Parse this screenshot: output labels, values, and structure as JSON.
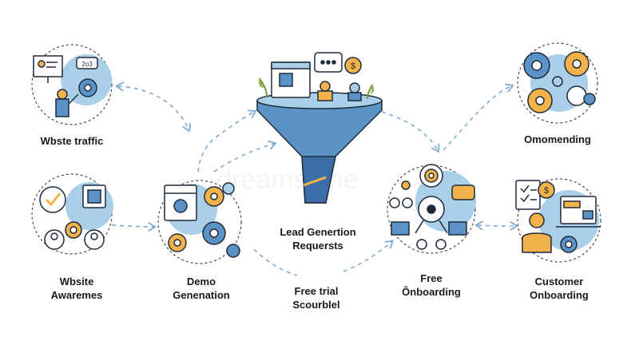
{
  "colors": {
    "accent_blue": "#a9cfe9",
    "mid_blue": "#5b93c7",
    "dark_blue": "#3b6ea6",
    "orange": "#f3b24a",
    "outline": "#1f2a3a",
    "dashed": "#7fa9cf"
  },
  "nodes": {
    "website_traffic": {
      "label": "Wbste traffic",
      "icon": "presenter-with-gears-icon"
    },
    "website_awareness": {
      "label_line1": "Wbsite",
      "label_line2": "Awaremes",
      "icon": "checkmark-team-gear-icon"
    },
    "demo_generation": {
      "label_line1": "Demo",
      "label_line2": "Genenation",
      "icon": "browser-user-gears-icon"
    },
    "lead_generation": {
      "label_line1": "Lead Genertion",
      "label_line2": "Requersts",
      "icon": "sales-funnel-icon"
    },
    "free_trial": {
      "label_line1": "Free trial",
      "label_line2": "Scourblel"
    },
    "free_onboarding": {
      "label_line1": "Free",
      "label_line2": "Ônboarding",
      "icon": "target-eye-network-icon"
    },
    "omomending": {
      "label": "Omomending",
      "icon": "gears-cluster-icon"
    },
    "customer_onboarding": {
      "label_line1": "Customer",
      "label_line2": "Onboarding",
      "icon": "customer-laptop-icon"
    }
  },
  "watermark": "dreamstime"
}
